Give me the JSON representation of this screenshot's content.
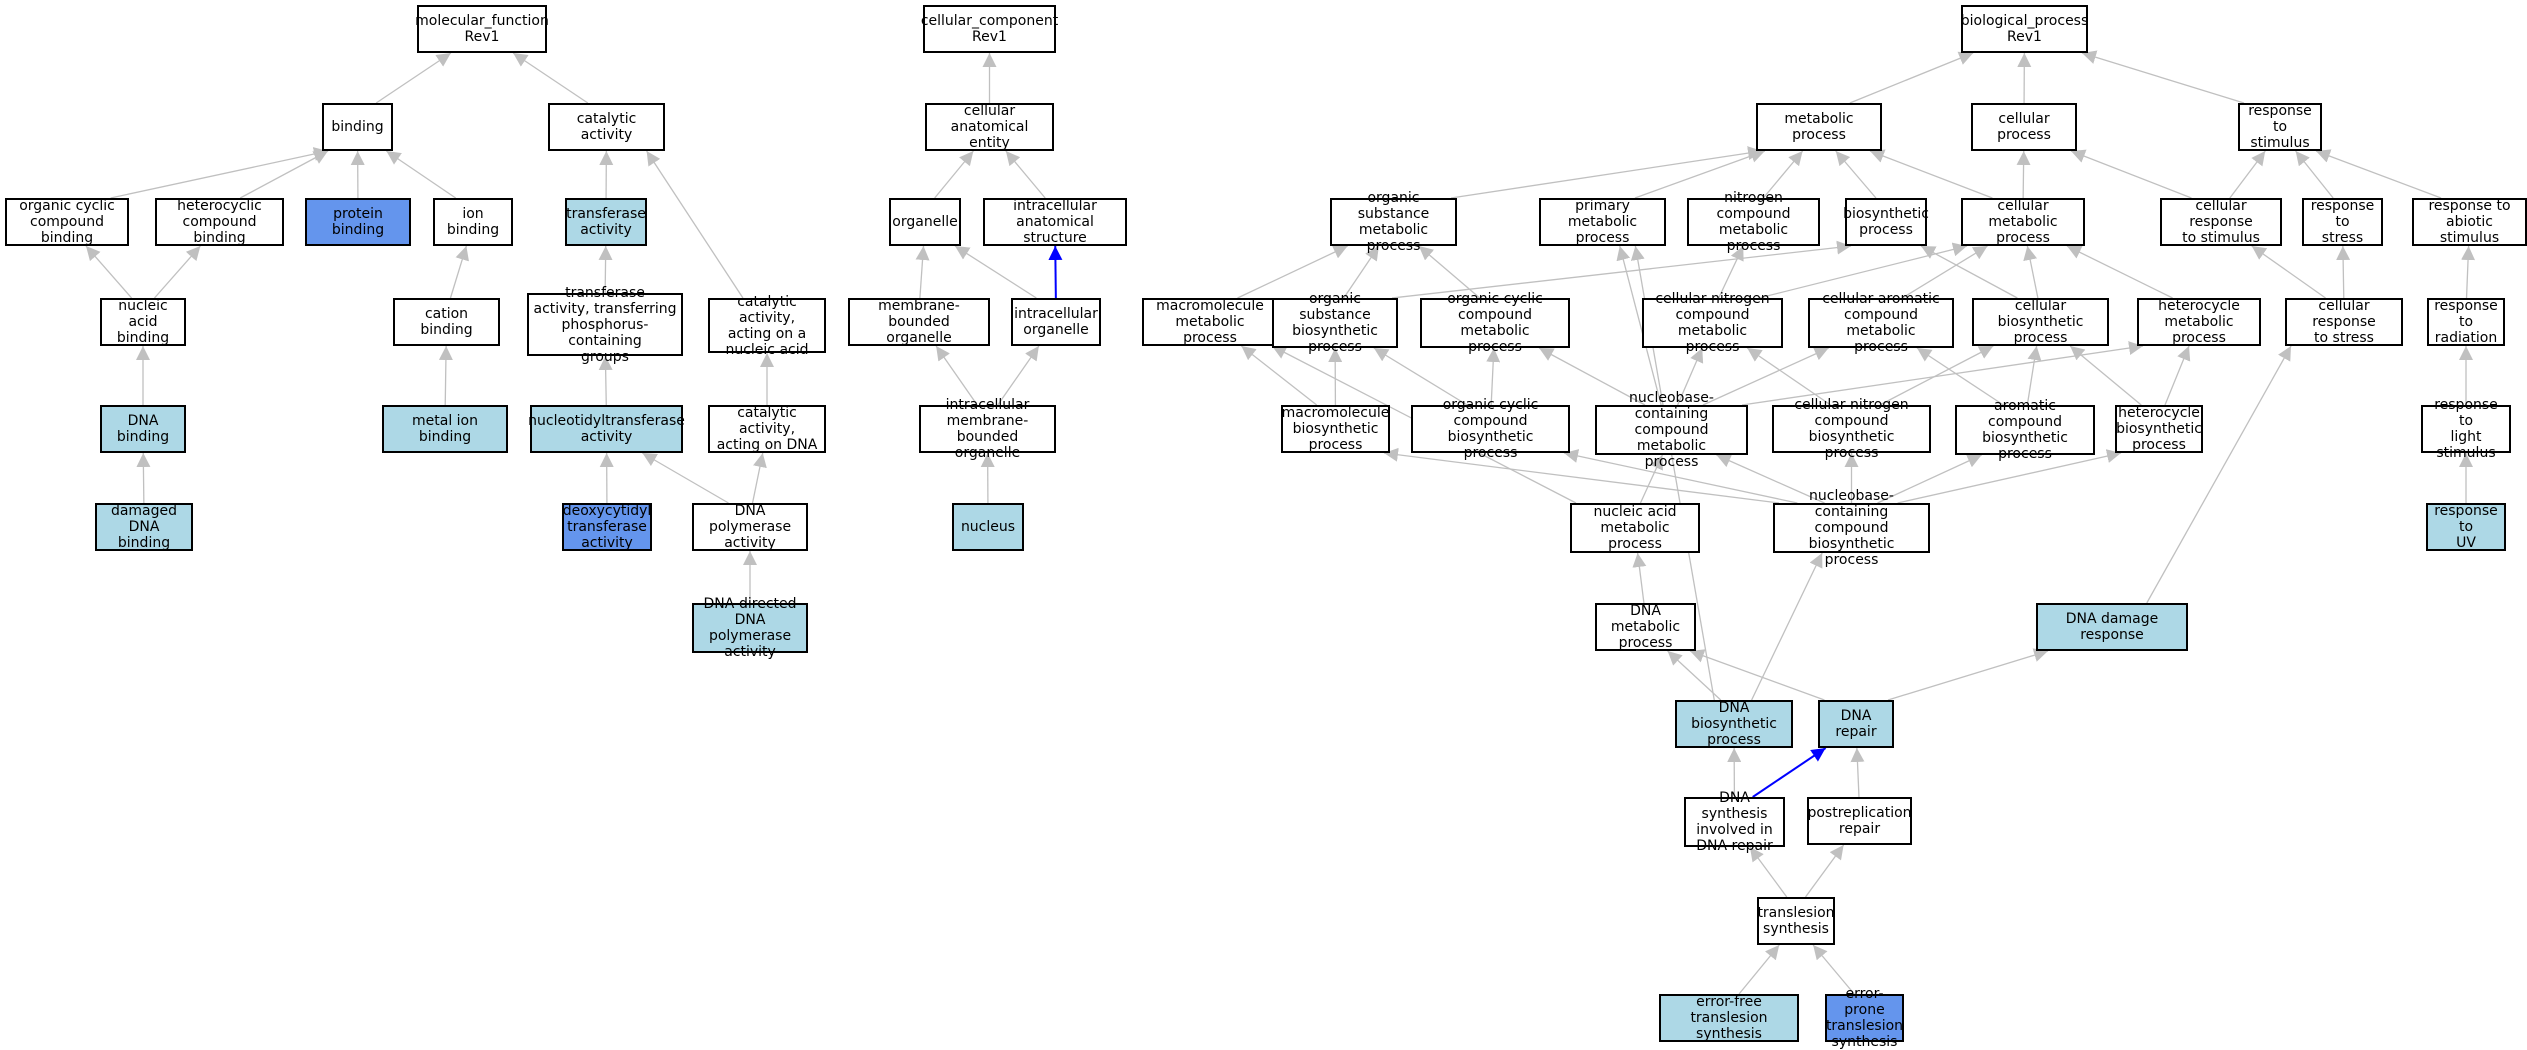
{
  "colors": {
    "plain": "#ffffff",
    "annotated": "#add8e6",
    "highlighted": "#6495ed",
    "edge": "#c0c0c0",
    "edge_highlight": "#0000ff"
  },
  "diagram": {
    "nodes": [
      {
        "id": "mf",
        "label": "molecular_function\nRev1",
        "style": "plain"
      },
      {
        "id": "binding",
        "label": "binding",
        "style": "plain"
      },
      {
        "id": "catalytic",
        "label": "catalytic activity",
        "style": "plain"
      },
      {
        "id": "ocb",
        "label": "organic cyclic\ncompound binding",
        "style": "plain"
      },
      {
        "id": "hcb",
        "label": "heterocyclic\ncompound binding",
        "style": "plain"
      },
      {
        "id": "protein_binding",
        "label": "protein binding",
        "style": "highlighted"
      },
      {
        "id": "ion_binding",
        "label": "ion binding",
        "style": "plain"
      },
      {
        "id": "transferase",
        "label": "transferase\nactivity",
        "style": "annotated"
      },
      {
        "id": "nab",
        "label": "nucleic acid\nbinding",
        "style": "plain"
      },
      {
        "id": "cation_binding",
        "label": "cation binding",
        "style": "plain"
      },
      {
        "id": "tr_phos",
        "label": "transferase\nactivity, transferring\nphosphorus-containing\ngroups",
        "style": "plain"
      },
      {
        "id": "cat_na",
        "label": "catalytic activity,\nacting on a\nnucleic acid",
        "style": "plain"
      },
      {
        "id": "dna_binding",
        "label": "DNA binding",
        "style": "annotated"
      },
      {
        "id": "metal_ion",
        "label": "metal ion binding",
        "style": "annotated"
      },
      {
        "id": "nucleotidyl",
        "label": "nucleotidyltransferase\nactivity",
        "style": "annotated"
      },
      {
        "id": "cat_dna",
        "label": "catalytic activity,\nacting on DNA",
        "style": "plain"
      },
      {
        "id": "damaged_dna",
        "label": "damaged DNA\nbinding",
        "style": "annotated"
      },
      {
        "id": "deoxycytidyl",
        "label": "deoxycytidyl\ntransferase\nactivity",
        "style": "highlighted"
      },
      {
        "id": "dna_pol",
        "label": "DNA polymerase\nactivity",
        "style": "plain"
      },
      {
        "id": "dd_dna_pol",
        "label": "DNA-directed\nDNA polymerase\nactivity",
        "style": "annotated"
      },
      {
        "id": "cc",
        "label": "cellular_component\nRev1",
        "style": "plain"
      },
      {
        "id": "cae",
        "label": "cellular anatomical\nentity",
        "style": "plain"
      },
      {
        "id": "organelle",
        "label": "organelle",
        "style": "plain"
      },
      {
        "id": "ias",
        "label": "intracellular\nanatomical structure",
        "style": "plain"
      },
      {
        "id": "mbo",
        "label": "membrane-bounded\norganelle",
        "style": "plain"
      },
      {
        "id": "io",
        "label": "intracellular\norganelle",
        "style": "plain"
      },
      {
        "id": "imbo",
        "label": "intracellular\nmembrane-bounded\norganelle",
        "style": "plain"
      },
      {
        "id": "nucleus",
        "label": "nucleus",
        "style": "annotated"
      },
      {
        "id": "bp",
        "label": "biological_process\nRev1",
        "style": "plain"
      },
      {
        "id": "metabolic",
        "label": "metabolic process",
        "style": "plain"
      },
      {
        "id": "cellular_process",
        "label": "cellular process",
        "style": "plain"
      },
      {
        "id": "stimulus",
        "label": "response to\nstimulus",
        "style": "plain"
      },
      {
        "id": "osmp",
        "label": "organic substance\nmetabolic process",
        "style": "plain"
      },
      {
        "id": "pmp",
        "label": "primary metabolic\nprocess",
        "style": "plain"
      },
      {
        "id": "ncmp",
        "label": "nitrogen compound\nmetabolic process",
        "style": "plain"
      },
      {
        "id": "biosynthetic",
        "label": "biosynthetic\nprocess",
        "style": "plain"
      },
      {
        "id": "cmp",
        "label": "cellular metabolic\nprocess",
        "style": "plain"
      },
      {
        "id": "crs",
        "label": "cellular response\nto stimulus",
        "style": "plain"
      },
      {
        "id": "stress",
        "label": "response to\nstress",
        "style": "plain"
      },
      {
        "id": "abiotic",
        "label": "response to\nabiotic stimulus",
        "style": "plain"
      },
      {
        "id": "mmp",
        "label": "macromolecule\nmetabolic process",
        "style": "plain"
      },
      {
        "id": "osbp",
        "label": "organic substance\nbiosynthetic\nprocess",
        "style": "plain"
      },
      {
        "id": "occmp",
        "label": "organic cyclic\ncompound metabolic\nprocess",
        "style": "plain"
      },
      {
        "id": "cncmp",
        "label": "cellular nitrogen\ncompound metabolic\nprocess",
        "style": "plain"
      },
      {
        "id": "cacmp",
        "label": "cellular aromatic\ncompound metabolic\nprocess",
        "style": "plain"
      },
      {
        "id": "cbp",
        "label": "cellular biosynthetic\nprocess",
        "style": "plain"
      },
      {
        "id": "hmp",
        "label": "heterocycle\nmetabolic process",
        "style": "plain"
      },
      {
        "id": "crstress",
        "label": "cellular response\nto stress",
        "style": "plain"
      },
      {
        "id": "radiation",
        "label": "response to\nradiation",
        "style": "plain"
      },
      {
        "id": "mbp",
        "label": "macromolecule\nbiosynthetic\nprocess",
        "style": "plain"
      },
      {
        "id": "occbp",
        "label": "organic cyclic\ncompound biosynthetic\nprocess",
        "style": "plain"
      },
      {
        "id": "nccmp",
        "label": "nucleobase-containing\ncompound metabolic\nprocess",
        "style": "plain"
      },
      {
        "id": "cncbp",
        "label": "cellular nitrogen\ncompound biosynthetic\nprocess",
        "style": "plain"
      },
      {
        "id": "acbp",
        "label": "aromatic compound\nbiosynthetic\nprocess",
        "style": "plain"
      },
      {
        "id": "hbp",
        "label": "heterocycle\nbiosynthetic\nprocess",
        "style": "plain"
      },
      {
        "id": "light",
        "label": "response to\nlight stimulus",
        "style": "plain"
      },
      {
        "id": "namp",
        "label": "nucleic acid\nmetabolic process",
        "style": "plain"
      },
      {
        "id": "nccbp",
        "label": "nucleobase-containing\ncompound biosynthetic\nprocess",
        "style": "plain"
      },
      {
        "id": "uv",
        "label": "response to\nUV",
        "style": "annotated"
      },
      {
        "id": "dna_metabolic",
        "label": "DNA metabolic\nprocess",
        "style": "plain"
      },
      {
        "id": "dna_damage",
        "label": "DNA damage response",
        "style": "annotated"
      },
      {
        "id": "dna_biosynthetic",
        "label": "DNA biosynthetic\nprocess",
        "style": "annotated"
      },
      {
        "id": "dna_repair",
        "label": "DNA repair",
        "style": "annotated"
      },
      {
        "id": "dna_synth_repair",
        "label": "DNA synthesis\ninvolved in\nDNA repair",
        "style": "plain"
      },
      {
        "id": "postreplication",
        "label": "postreplication\nrepair",
        "style": "plain"
      },
      {
        "id": "translesion",
        "label": "translesion\nsynthesis",
        "style": "plain"
      },
      {
        "id": "error_free",
        "label": "error-free translesion\nsynthesis",
        "style": "annotated"
      },
      {
        "id": "error_prone",
        "label": "error-prone\ntranslesion\nsynthesis",
        "style": "highlighted"
      }
    ],
    "edges": [
      [
        "binding",
        "mf"
      ],
      [
        "catalytic",
        "mf"
      ],
      [
        "ocb",
        "binding"
      ],
      [
        "hcb",
        "binding"
      ],
      [
        "protein_binding",
        "binding"
      ],
      [
        "ion_binding",
        "binding"
      ],
      [
        "transferase",
        "catalytic"
      ],
      [
        "cat_na",
        "catalytic"
      ],
      [
        "nab",
        "ocb"
      ],
      [
        "nab",
        "hcb"
      ],
      [
        "cation_binding",
        "ion_binding"
      ],
      [
        "tr_phos",
        "transferase"
      ],
      [
        "dna_binding",
        "nab"
      ],
      [
        "metal_ion",
        "cation_binding"
      ],
      [
        "nucleotidyl",
        "tr_phos"
      ],
      [
        "cat_dna",
        "cat_na"
      ],
      [
        "damaged_dna",
        "dna_binding"
      ],
      [
        "deoxycytidyl",
        "nucleotidyl"
      ],
      [
        "dna_pol",
        "nucleotidyl"
      ],
      [
        "dna_pol",
        "cat_dna"
      ],
      [
        "dd_dna_pol",
        "dna_pol"
      ],
      [
        "cae",
        "cc"
      ],
      [
        "organelle",
        "cae"
      ],
      [
        "ias",
        "cae"
      ],
      [
        "mbo",
        "organelle"
      ],
      [
        "io",
        "organelle"
      ],
      [
        "io",
        "ias",
        "blue"
      ],
      [
        "imbo",
        "mbo"
      ],
      [
        "imbo",
        "io"
      ],
      [
        "nucleus",
        "imbo"
      ],
      [
        "metabolic",
        "bp"
      ],
      [
        "cellular_process",
        "bp"
      ],
      [
        "stimulus",
        "bp"
      ],
      [
        "osmp",
        "metabolic"
      ],
      [
        "pmp",
        "metabolic"
      ],
      [
        "ncmp",
        "metabolic"
      ],
      [
        "biosynthetic",
        "metabolic"
      ],
      [
        "cmp",
        "metabolic"
      ],
      [
        "cmp",
        "cellular_process"
      ],
      [
        "crs",
        "cellular_process"
      ],
      [
        "crs",
        "stimulus"
      ],
      [
        "stress",
        "stimulus"
      ],
      [
        "abiotic",
        "stimulus"
      ],
      [
        "mmp",
        "osmp"
      ],
      [
        "osbp",
        "osmp"
      ],
      [
        "occmp",
        "osmp"
      ],
      [
        "osbp",
        "biosynthetic"
      ],
      [
        "cncmp",
        "ncmp"
      ],
      [
        "cncmp",
        "cmp"
      ],
      [
        "cacmp",
        "cmp"
      ],
      [
        "cbp",
        "cmp"
      ],
      [
        "cbp",
        "biosynthetic"
      ],
      [
        "hmp",
        "cmp"
      ],
      [
        "crstress",
        "crs"
      ],
      [
        "crstress",
        "stress"
      ],
      [
        "radiation",
        "abiotic"
      ],
      [
        "mbp",
        "mmp"
      ],
      [
        "mbp",
        "osbp"
      ],
      [
        "occbp",
        "osbp"
      ],
      [
        "occbp",
        "occmp"
      ],
      [
        "nccmp",
        "pmp"
      ],
      [
        "nccmp",
        "occmp"
      ],
      [
        "nccmp",
        "cncmp"
      ],
      [
        "nccmp",
        "cacmp"
      ],
      [
        "nccmp",
        "hmp"
      ],
      [
        "cncbp",
        "cncmp"
      ],
      [
        "cncbp",
        "cbp"
      ],
      [
        "acbp",
        "cbp"
      ],
      [
        "acbp",
        "cacmp"
      ],
      [
        "hbp",
        "cbp"
      ],
      [
        "hbp",
        "hmp"
      ],
      [
        "light",
        "radiation"
      ],
      [
        "uv",
        "light"
      ],
      [
        "namp",
        "mmp"
      ],
      [
        "namp",
        "nccmp"
      ],
      [
        "nccbp",
        "mbp"
      ],
      [
        "nccbp",
        "occbp"
      ],
      [
        "nccbp",
        "nccmp"
      ],
      [
        "nccbp",
        "cncbp"
      ],
      [
        "nccbp",
        "acbp"
      ],
      [
        "nccbp",
        "hbp"
      ],
      [
        "dna_metabolic",
        "namp"
      ],
      [
        "dna_damage",
        "crstress"
      ],
      [
        "dna_biosynthetic",
        "dna_metabolic"
      ],
      [
        "dna_biosynthetic",
        "nccbp"
      ],
      [
        "dna_biosynthetic",
        "pmp"
      ],
      [
        "dna_repair",
        "dna_metabolic"
      ],
      [
        "dna_repair",
        "dna_damage"
      ],
      [
        "dna_synth_repair",
        "dna_biosynthetic"
      ],
      [
        "dna_synth_repair",
        "dna_repair",
        "blue"
      ],
      [
        "postreplication",
        "dna_repair"
      ],
      [
        "translesion",
        "dna_synth_repair"
      ],
      [
        "translesion",
        "postreplication"
      ],
      [
        "error_free",
        "translesion"
      ],
      [
        "error_prone",
        "translesion"
      ]
    ]
  }
}
